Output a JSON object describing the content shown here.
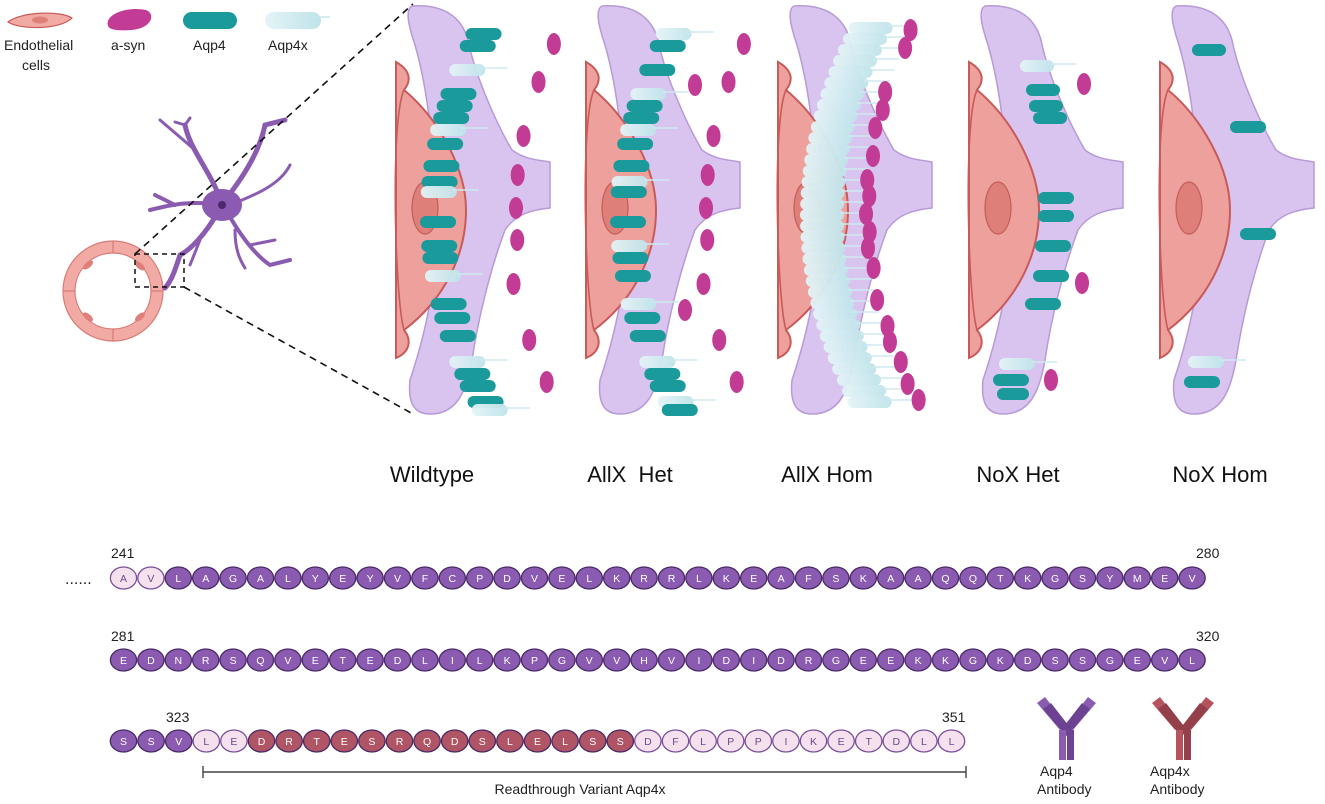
{
  "legend": {
    "items": [
      {
        "label_line1": "Endothelial",
        "label_line2": "cells",
        "icon": "endothelial-cell-icon",
        "color": "#f2aaa4"
      },
      {
        "label_line1": "a-syn",
        "label_line2": "",
        "icon": "a-syn-icon",
        "color": "#c23b94"
      },
      {
        "label_line1": "Aqp4",
        "label_line2": "",
        "icon": "aqp4-icon",
        "color": "#1a9a9a"
      },
      {
        "label_line1": "Aqp4x",
        "label_line2": "",
        "icon": "aqp4x-icon",
        "color": "#c8e8ee"
      }
    ]
  },
  "panels": [
    {
      "label": "Wildtype",
      "variant": "wildtype"
    },
    {
      "label": "AllX  Het",
      "variant": "allx-het"
    },
    {
      "label": "AllX Hom",
      "variant": "allx-hom"
    },
    {
      "label": "NoX Het",
      "variant": "nox-het"
    },
    {
      "label": "NoX Hom",
      "variant": "nox-hom"
    }
  ],
  "sequence": {
    "ellipsis": "......",
    "row1": {
      "start": "241",
      "end": "280",
      "residues": [
        "A",
        "V",
        "L",
        "A",
        "G",
        "A",
        "L",
        "Y",
        "E",
        "Y",
        "V",
        "F",
        "C",
        "P",
        "D",
        "V",
        "E",
        "L",
        "K",
        "R",
        "R",
        "L",
        "K",
        "E",
        "A",
        "F",
        "S",
        "K",
        "A",
        "A",
        "Q",
        "Q",
        "T",
        "K",
        "G",
        "S",
        "Y",
        "M",
        "E",
        "V"
      ],
      "styles": [
        "p",
        "p",
        "d",
        "d",
        "d",
        "d",
        "d",
        "d",
        "d",
        "d",
        "d",
        "d",
        "d",
        "d",
        "d",
        "d",
        "d",
        "d",
        "d",
        "d",
        "d",
        "d",
        "d",
        "d",
        "d",
        "d",
        "d",
        "d",
        "d",
        "d",
        "d",
        "d",
        "d",
        "d",
        "d",
        "d",
        "d",
        "d",
        "d",
        "d"
      ]
    },
    "row2": {
      "start": "281",
      "end": "320",
      "residues": [
        "E",
        "D",
        "N",
        "R",
        "S",
        "Q",
        "V",
        "E",
        "T",
        "E",
        "D",
        "L",
        "I",
        "L",
        "K",
        "P",
        "G",
        "V",
        "V",
        "H",
        "V",
        "I",
        "D",
        "I",
        "D",
        "R",
        "G",
        "E",
        "E",
        "K",
        "K",
        "G",
        "K",
        "D",
        "S",
        "S",
        "G",
        "E",
        "V",
        "L"
      ],
      "styles": [
        "d",
        "d",
        "d",
        "d",
        "d",
        "d",
        "d",
        "d",
        "d",
        "d",
        "d",
        "d",
        "d",
        "d",
        "d",
        "d",
        "d",
        "d",
        "d",
        "d",
        "d",
        "d",
        "d",
        "d",
        "d",
        "d",
        "d",
        "d",
        "d",
        "d",
        "d",
        "d",
        "d",
        "d",
        "d",
        "d",
        "d",
        "d",
        "d",
        "d"
      ]
    },
    "row3": {
      "start": "323",
      "end": "351",
      "residues": [
        "S",
        "S",
        "V",
        "L",
        "E",
        "D",
        "R",
        "T",
        "E",
        "S",
        "R",
        "Q",
        "D",
        "S",
        "L",
        "E",
        "L",
        "S",
        "S",
        "D",
        "F",
        "L",
        "P",
        "P",
        "I",
        "K",
        "E",
        "T",
        "D",
        "L",
        "L"
      ],
      "styles": [
        "d",
        "d",
        "d",
        "p",
        "p",
        "r",
        "r",
        "r",
        "r",
        "r",
        "r",
        "r",
        "r",
        "r",
        "r",
        "r",
        "r",
        "r",
        "r",
        "p",
        "p",
        "p",
        "p",
        "p",
        "p",
        "p",
        "p",
        "p",
        "p",
        "p",
        "p"
      ]
    },
    "bracket_label": "Readthrough Variant Aqp4x"
  },
  "antibodies": [
    {
      "label_line1": "Aqp4",
      "label_line2": "Antibody",
      "color": "#8a5bb0",
      "icon": "aqp4-antibody-icon"
    },
    {
      "label_line1": "Aqp4x",
      "label_line2": "Antibody",
      "color": "#b5545f",
      "icon": "aqp4x-antibody-icon"
    }
  ],
  "colors": {
    "residue_dark": "#8a5bb0",
    "residue_pink": "#f5e1ee",
    "residue_red": "#b05565",
    "astrocyte": "#d8c4ef",
    "astrocyte_edge": "#b89ad6",
    "endothelial": "#eea19c",
    "endothelial_edge": "#c85a5a",
    "nucleus": "#df7f7a",
    "aqp4": "#1a9a9a",
    "aqp4x": "#c8e8ee",
    "asyn": "#c23b94",
    "neuron": "#8a5bb0"
  }
}
